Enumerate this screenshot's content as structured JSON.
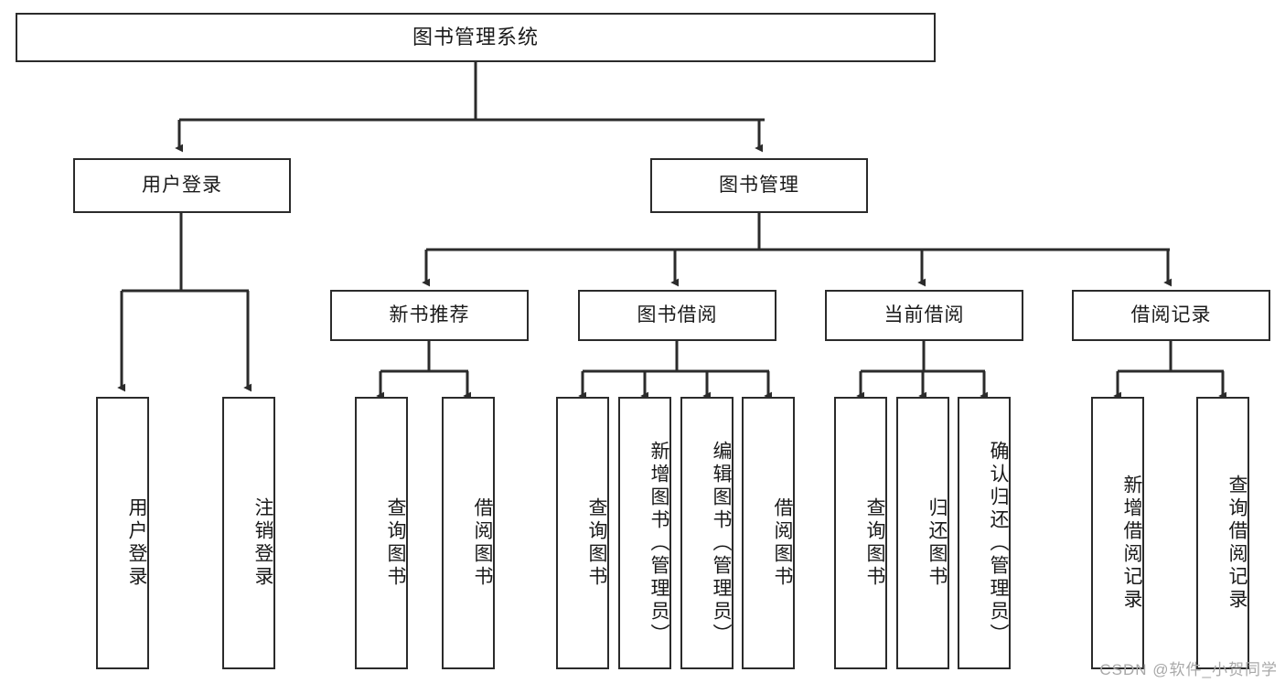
{
  "diagram": {
    "type": "tree",
    "title": "图书管理系统",
    "colors": {
      "box_border": "#2b2b2b",
      "box_fill": "#ffffff",
      "edge": "#2b2b2b",
      "text": "#1a1a1a",
      "watermark": "#a8a8a8"
    },
    "nodes": {
      "root": {
        "label": "图书管理系统"
      },
      "level2": [
        {
          "id": "user-login",
          "label": "用户登录"
        },
        {
          "id": "book-management",
          "label": "图书管理"
        }
      ],
      "level3": [
        {
          "id": "new-book-recommend",
          "label": "新书推荐"
        },
        {
          "id": "book-borrow",
          "label": "图书借阅"
        },
        {
          "id": "current-borrow",
          "label": "当前借阅"
        },
        {
          "id": "borrow-record",
          "label": "借阅记录"
        }
      ],
      "leaves": {
        "user_login": [
          {
            "id": "leaf-user-login",
            "label": "用户登录"
          },
          {
            "id": "leaf-logout-login",
            "label": "注销登录"
          }
        ],
        "new_book_recommend": [
          {
            "id": "leaf-query-books-1",
            "label": "查询图书"
          },
          {
            "id": "leaf-borrow-books-1",
            "label": "借阅图书"
          }
        ],
        "book_borrow": [
          {
            "id": "leaf-query-books-2",
            "label": "查询图书"
          },
          {
            "id": "leaf-add-book",
            "label": "新增图书（管理员）"
          },
          {
            "id": "leaf-edit-book",
            "label": "编辑图书（管理员）"
          },
          {
            "id": "leaf-borrow-books-2",
            "label": "借阅图书"
          }
        ],
        "current_borrow": [
          {
            "id": "leaf-query-books-3",
            "label": "查询图书"
          },
          {
            "id": "leaf-return-book",
            "label": "归还图书"
          },
          {
            "id": "leaf-confirm-return",
            "label": "确认归还（管理员）"
          }
        ],
        "borrow_record": [
          {
            "id": "leaf-add-record",
            "label": "新增借阅记录"
          },
          {
            "id": "leaf-query-record",
            "label": "查询借阅记录"
          }
        ]
      }
    },
    "watermark": "CSDN @软件_小贺同学"
  }
}
